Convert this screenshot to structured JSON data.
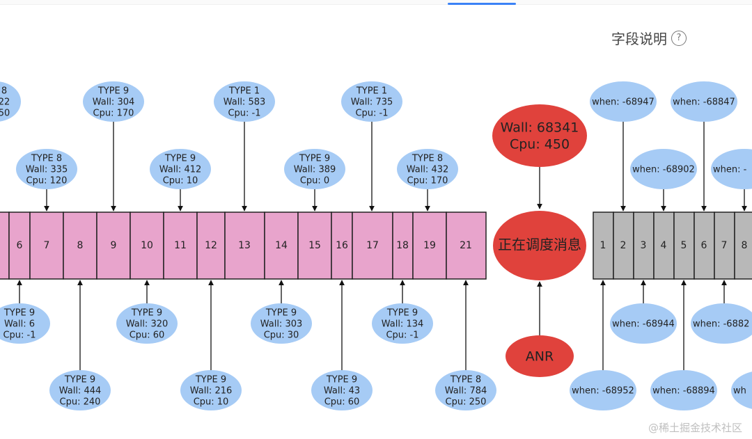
{
  "help_label": "字段说明",
  "help_icon": "?",
  "watermark": "@稀土掘金技术社区",
  "colors": {
    "msg_box": "#e8a4cc",
    "pending_box": "#b8b8b8",
    "bubble": "#a6cbf5",
    "red": "#e0423c"
  },
  "current": {
    "wall_label": "Wall: 68341",
    "cpu_label": "Cpu: 450",
    "center_label": "正在调度消息",
    "anr_label": "ANR"
  },
  "history_boxes": [
    {
      "label": ""
    },
    {
      "label": "6"
    },
    {
      "label": "7"
    },
    {
      "label": "8"
    },
    {
      "label": "9"
    },
    {
      "label": "10"
    },
    {
      "label": "11"
    },
    {
      "label": "12"
    },
    {
      "label": "13"
    },
    {
      "label": "14"
    },
    {
      "label": "15"
    },
    {
      "label": "16"
    },
    {
      "label": "17"
    },
    {
      "label": "18"
    },
    {
      "label": "19"
    },
    {
      "label": "21"
    }
  ],
  "history_bubbles": [
    {
      "lines": [
        "8",
        "22",
        "50"
      ]
    },
    {
      "lines": [
        "TYPE 9",
        "Wall: 304",
        "Cpu: 170"
      ]
    },
    {
      "lines": [
        "TYPE 1",
        "Wall: 583",
        "Cpu: -1"
      ]
    },
    {
      "lines": [
        "TYPE 1",
        "Wall: 735",
        "Cpu: -1"
      ]
    },
    {
      "lines": [
        "TYPE 8",
        "Wall: 335",
        "Cpu: 120"
      ]
    },
    {
      "lines": [
        "TYPE 9",
        "Wall: 412",
        "Cpu: 10"
      ]
    },
    {
      "lines": [
        "TYPE 9",
        "Wall: 389",
        "Cpu: 0"
      ]
    },
    {
      "lines": [
        "TYPE 8",
        "Wall: 432",
        "Cpu: 170"
      ]
    },
    {
      "lines": [
        "TYPE 9",
        "Wall: 6",
        "Cpu: -1"
      ]
    },
    {
      "lines": [
        "TYPE 9",
        "Wall: 320",
        "Cpu: 60"
      ]
    },
    {
      "lines": [
        "TYPE 9",
        "Wall: 303",
        "Cpu: 30"
      ]
    },
    {
      "lines": [
        "TYPE 9",
        "Wall: 134",
        "Cpu: -1"
      ]
    },
    {
      "lines": [
        "TYPE 9",
        "Wall: 444",
        "Cpu: 240"
      ]
    },
    {
      "lines": [
        "TYPE 9",
        "Wall: 216",
        "Cpu: 10"
      ]
    },
    {
      "lines": [
        "TYPE 9",
        "Wall: 43",
        "Cpu: 60"
      ]
    },
    {
      "lines": [
        "TYPE 8",
        "Wall: 784",
        "Cpu: 250"
      ]
    }
  ],
  "pending_boxes": [
    {
      "label": "1"
    },
    {
      "label": "2"
    },
    {
      "label": "3"
    },
    {
      "label": "4"
    },
    {
      "label": "5"
    },
    {
      "label": "6"
    },
    {
      "label": "7"
    },
    {
      "label": "8"
    }
  ],
  "pending_bubbles": [
    {
      "text": "when: -68947"
    },
    {
      "text": "when: -68847"
    },
    {
      "text": "when: -68902"
    },
    {
      "text": "when: -"
    },
    {
      "text": "when: -68944"
    },
    {
      "text": "when: -6882"
    },
    {
      "text": "when: -68952"
    },
    {
      "text": "when: -68894"
    },
    {
      "text": "wh"
    }
  ]
}
